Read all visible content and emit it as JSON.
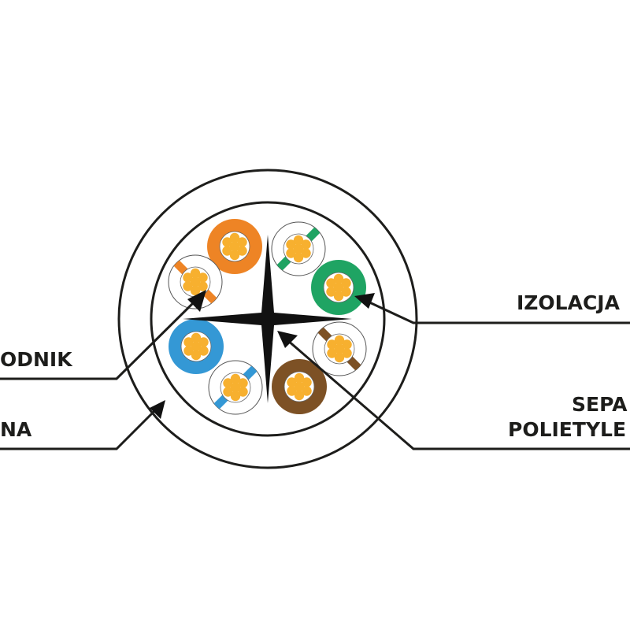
{
  "labels": {
    "conductor": "ODNIK",
    "jacket": "NA",
    "insulation": "IZOLACJA",
    "separator_line1": "SEPA",
    "separator_line2": "POLIETYLE"
  },
  "colors": {
    "line": "#1d1d1b",
    "copper": "#f7b02f",
    "orange": "#ee8425",
    "green": "#1fa463",
    "blue": "#3498d5",
    "brown": "#7d5125"
  },
  "pairs": [
    {
      "color": "orange",
      "type": "solid"
    },
    {
      "color": "orange",
      "type": "stripe"
    },
    {
      "color": "green",
      "type": "stripe"
    },
    {
      "color": "green",
      "type": "solid"
    },
    {
      "color": "brown",
      "type": "stripe"
    },
    {
      "color": "brown",
      "type": "solid"
    },
    {
      "color": "blue",
      "type": "stripe"
    },
    {
      "color": "blue",
      "type": "solid"
    }
  ]
}
